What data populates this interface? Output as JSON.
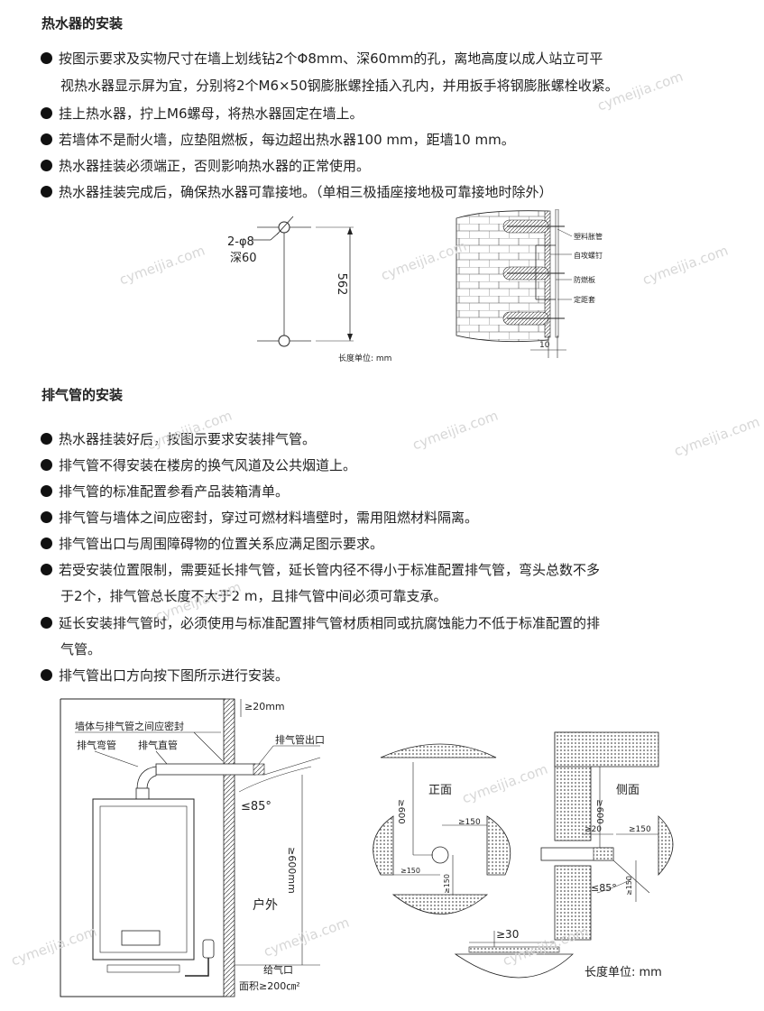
{
  "section1": {
    "title": "热水器的安装",
    "b1_line1": "按图示要求及实物尺寸在墙上划线钻2个Φ8mm、深60mm的孔，离地高度以成人站立可平",
    "b1_line2": "视热水器显示屏为宜，分别将2个M6×50钢膨胀螺拴插入孔内，并用扳手将钢膨胀螺栓收紧。",
    "b2": "挂上热水器，拧上M6螺母，将热水器固定在墙上。",
    "b3": "若墙体不是耐火墙，应垫阻燃板，每边超出热水器100 mm，距墙10 mm。",
    "b4": "热水器挂装必须端正，否则影响热水器的正常使用。",
    "b5": "热水器挂装完成后，确保热水器可靠接地。（单相三极插座接地极可靠接地时除外）"
  },
  "fig1": {
    "hole_label": "2-φ8",
    "depth_label": "深60",
    "dimension": "562",
    "unit": "长度单位: mm"
  },
  "fig2": {
    "label_plastic_tube": "塑料胀管",
    "label_screw": "自攻螺钉",
    "label_board": "防燃板",
    "label_spacer": "定距套",
    "dim_10": "10"
  },
  "section2": {
    "title": "排气管的安装",
    "b1": "热水器挂装好后，按图示要求安装排气管。",
    "b2": "排气管不得安装在楼房的换气风道及公共烟道上。",
    "b3": "排气管的标准配置参看产品装箱清单。",
    "b4": "排气管与墙体之间应密封，穿过可燃材料墙壁时，需用阻燃材料隔离。",
    "b5": "排气管出口与周围障碍物的位置关系应满足图示要求。",
    "b6_line1": "若受安装位置限制，需要延长排气管，延长管内径不得小于标准配置排气管，弯头总数不多",
    "b6_line2": "于2个，排气管总长度不大于2 m，且排气管中间必须可靠支承。",
    "b7_line1": "延长安装排气管时，必须使用与标准配置排气管材质相同或抗腐蚀能力不低于标准配置的排",
    "b7_line2": "气管。",
    "b8": "排气管出口方向按下图所示进行安装。"
  },
  "fig3": {
    "dim_20": "≥20mm",
    "label_seal": "墙体与排气管之间应密封",
    "label_elbow": "排气弯管",
    "label_straight": "排气直管",
    "label_outlet": "排气管出口",
    "angle": "≤85°",
    "dim_600": "≥600mm",
    "label_outdoor": "户外",
    "label_inlet": "给气口",
    "label_area": "面积≥200㎝²"
  },
  "fig4": {
    "label_front": "正面",
    "label_side": "侧面",
    "dim_600a": "≥600",
    "dim_600b": "≥600",
    "dim_150a": "≥150",
    "dim_150b": "≥150",
    "dim_150c": "≥150",
    "dim_150d": "≥150",
    "dim_150e": "≥150",
    "dim_20": "≥20",
    "angle": "≤85°",
    "dim_30": "≥30",
    "unit": "长度单位: mm"
  },
  "watermark": "cymeijia.com"
}
